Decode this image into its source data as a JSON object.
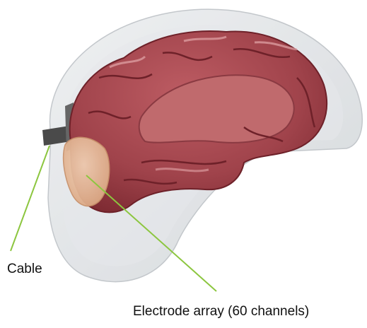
{
  "labels": {
    "cable": "Cable",
    "electrode_array": "Electrode array (60 channels)"
  },
  "colors": {
    "brain": "#a8474f",
    "brain_dark": "#7e2a33",
    "brain_highlight": "#c97b80",
    "medial_surface": "#c06a6d",
    "head_shell": "#d9dcdf",
    "electrode_pad": "#e6b998",
    "pointer_line": "#8cc63f",
    "cable": "#555555"
  },
  "icons": {
    "brain": "brain-illustration",
    "head": "head-shell-illustration",
    "electrode": "electrode-array-pad",
    "cable": "cable-connector"
  }
}
